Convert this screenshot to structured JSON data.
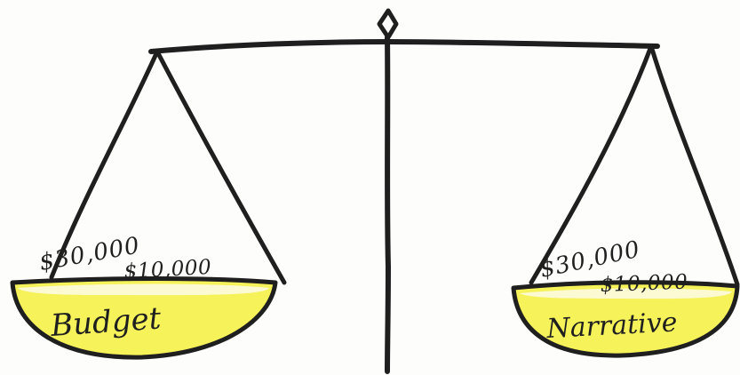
{
  "colors": {
    "ink": "#1f1f1f",
    "pan_fill": "#f6f25a",
    "pan_rim": "#fbfbe8",
    "background": "#fdfdfb"
  },
  "scale": {
    "icon": "balance-scale-icon",
    "left_pan": {
      "label": "Budget",
      "amount_top": "$30,000",
      "amount_bottom": "$10,000"
    },
    "right_pan": {
      "label": "Narrative",
      "amount_top": "$30,000",
      "amount_bottom": "$10,000"
    }
  }
}
